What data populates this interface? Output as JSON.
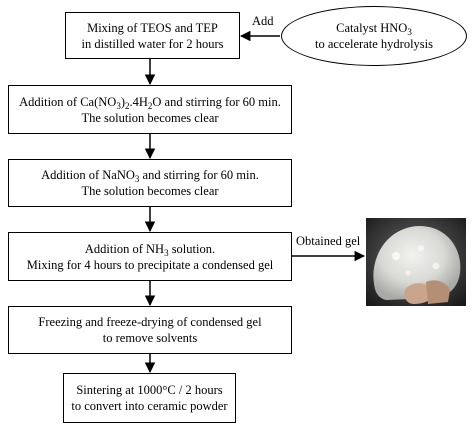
{
  "steps": [
    {
      "id": "mix",
      "lines": [
        [
          {
            "t": "Mixing of TEOS and TEP"
          }
        ],
        [
          {
            "t": "in distilled water for 2 hours"
          }
        ]
      ]
    },
    {
      "id": "calcium",
      "lines": [
        [
          {
            "t": "Addition of Ca(NO"
          },
          {
            "sub": "3"
          },
          {
            "t": ")"
          },
          {
            "sub": "2"
          },
          {
            "t": ".4H"
          },
          {
            "sub": "2"
          },
          {
            "t": "O and stirring for 60 min."
          }
        ],
        [
          {
            "t": "The solution becomes clear"
          }
        ]
      ]
    },
    {
      "id": "sodium",
      "lines": [
        [
          {
            "t": "Addition of NaNO"
          },
          {
            "sub": "3"
          },
          {
            "t": " and stirring for 60 min."
          }
        ],
        [
          {
            "t": "The solution becomes clear"
          }
        ]
      ]
    },
    {
      "id": "ammonia",
      "lines": [
        [
          {
            "t": "Addition of NH"
          },
          {
            "sub": "3"
          },
          {
            "t": " solution."
          }
        ],
        [
          {
            "t": "Mixing for 4 hours to precipitate a condensed gel"
          }
        ]
      ]
    },
    {
      "id": "freeze",
      "lines": [
        [
          {
            "t": "Freezing and freeze-drying of condensed gel"
          }
        ],
        [
          {
            "t": "to remove solvents"
          }
        ]
      ]
    },
    {
      "id": "sinter",
      "lines": [
        [
          {
            "t": "Sintering at 1000°C / 2 hours"
          }
        ],
        [
          {
            "t": "to convert into ceramic powder"
          }
        ]
      ]
    }
  ],
  "catalyst": {
    "lines": [
      [
        {
          "t": "Catalyst HNO"
        },
        {
          "sub": "3"
        }
      ],
      [
        {
          "t": "to accelerate hydrolysis"
        }
      ]
    ]
  },
  "labels": {
    "add": "Add",
    "obtained_gel": "Obtained gel"
  }
}
